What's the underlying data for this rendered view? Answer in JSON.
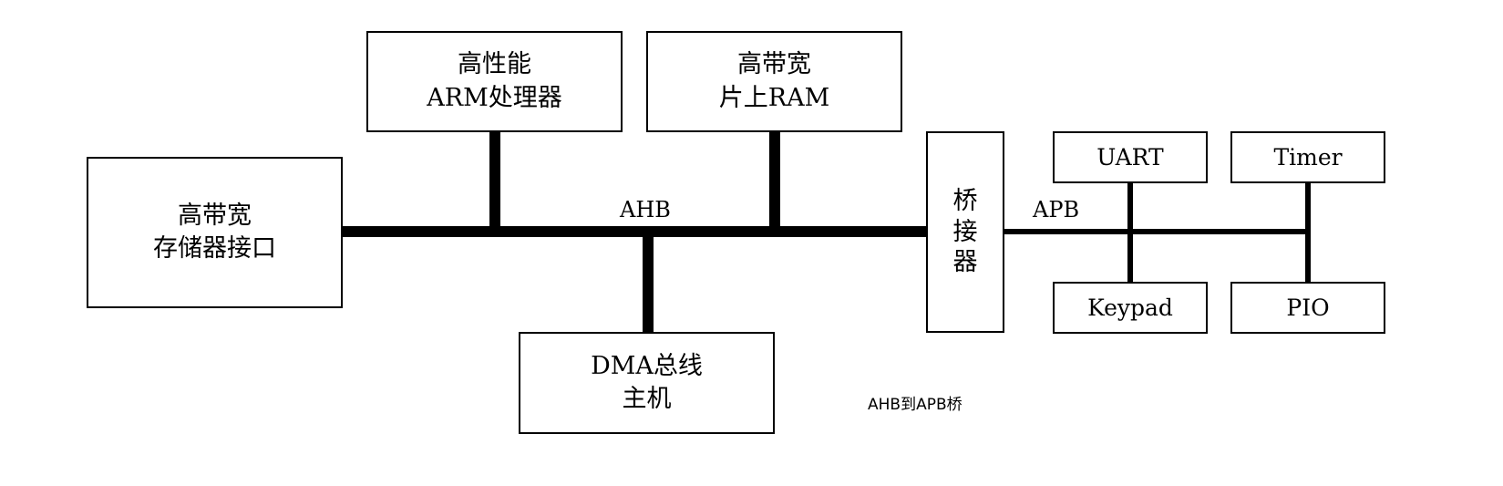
{
  "diagram": {
    "memory_interface": {
      "line1": "高带宽",
      "line2": "存储器接口"
    },
    "arm_processor": {
      "line1": "高性能",
      "line2": "ARM处理器"
    },
    "onchip_ram": {
      "line1": "高带宽",
      "line2": "片上RAM"
    },
    "dma_master": {
      "line1": "DMA总线",
      "line2": "主机"
    },
    "bridge": {
      "chars": [
        "桥",
        "接",
        "器"
      ]
    },
    "uart": "UART",
    "timer": "Timer",
    "keypad": "Keypad",
    "pio": "PIO",
    "ahb_label": "AHB",
    "apb_label": "APB",
    "caption": "AHB到APB桥"
  }
}
